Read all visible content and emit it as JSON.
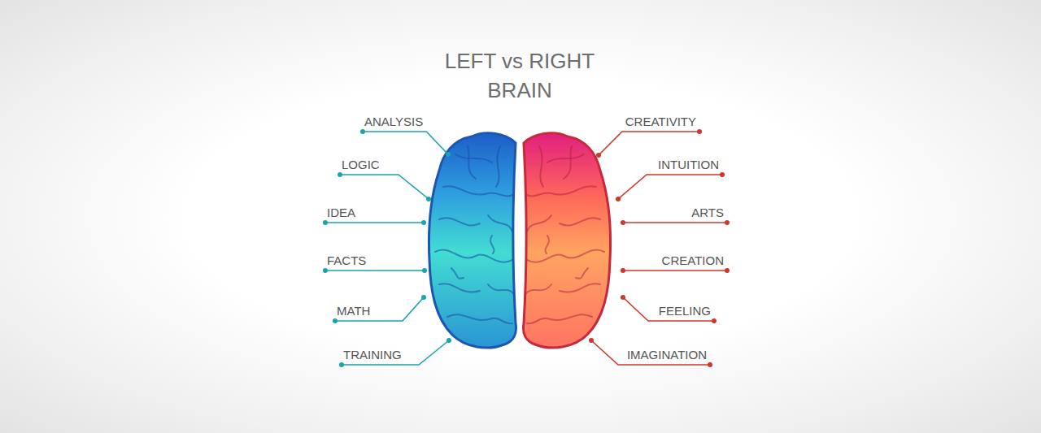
{
  "diagram": {
    "title": "LEFT vs RIGHT BRAIN",
    "labels": [
      "ANALYSIS",
      "LOGIC",
      "IDEA",
      "FACTS",
      "MATH",
      "TRAINING",
      "CREATIVITY",
      "INTUITION",
      "ARTS",
      "CREATION",
      "FEELING",
      "IMAGINATION"
    ]
  }
}
